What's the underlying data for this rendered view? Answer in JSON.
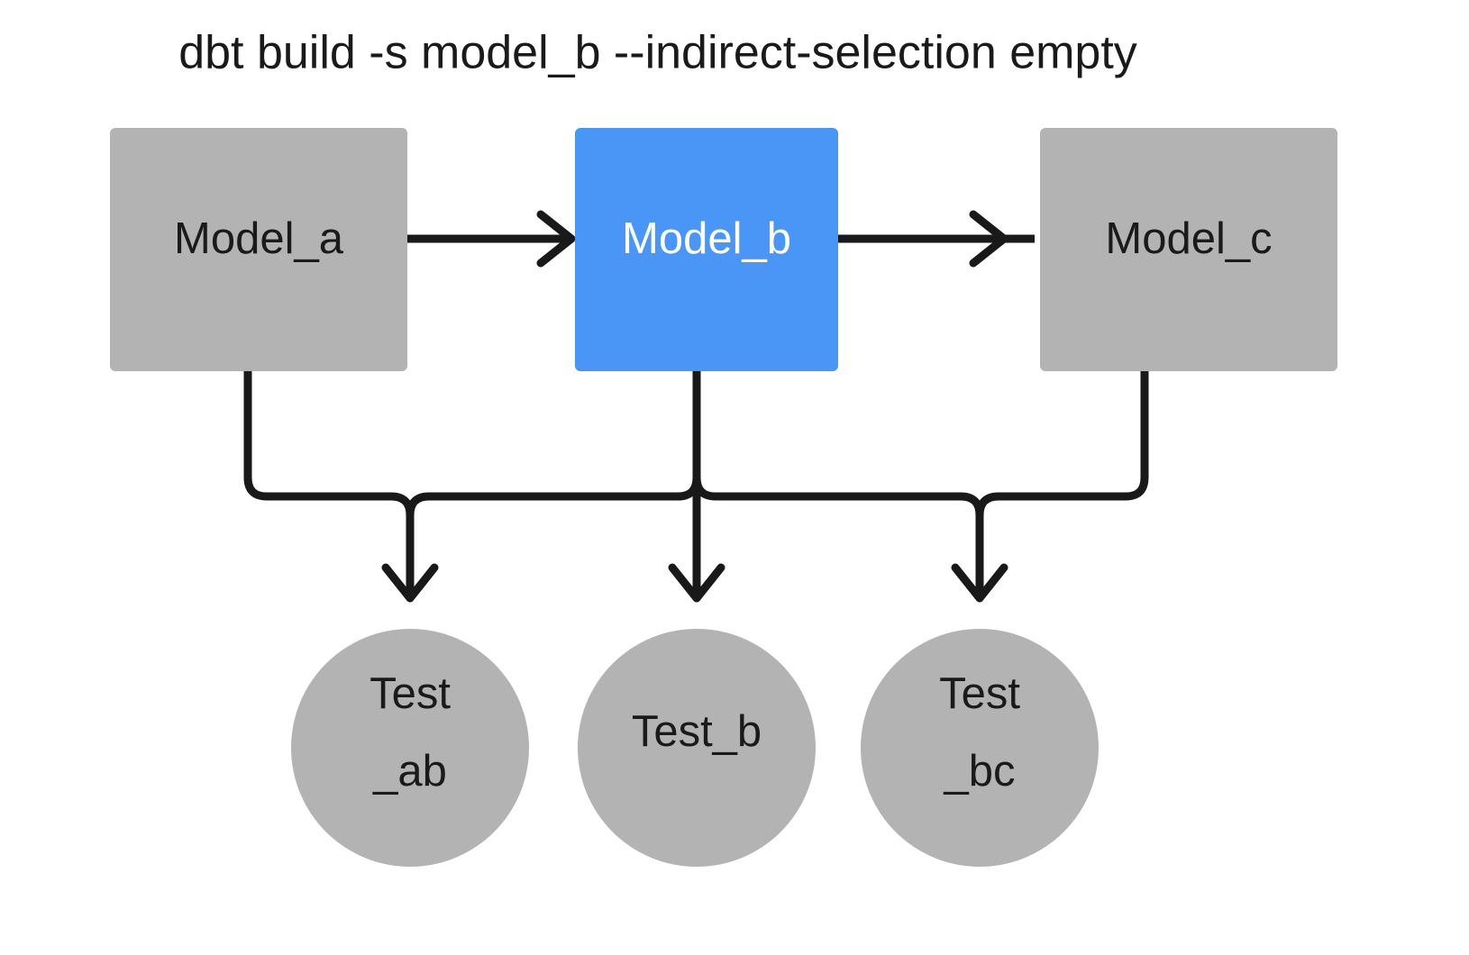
{
  "title": "dbt build -s model_b --indirect-selection empty",
  "colors": {
    "background": "#ffffff",
    "node_gray": "#b3b3b3",
    "node_selected_blue": "#4a96f7",
    "edge_black": "#191919",
    "text_dark": "#1a1a1a",
    "text_light": "#ffffff"
  },
  "nodes": {
    "model_a": {
      "label": "Model_a",
      "shape": "rect",
      "fill": "#b3b3b3",
      "text_color": "#1a1a1a"
    },
    "model_b": {
      "label": "Model_b",
      "shape": "rect",
      "fill": "#4a96f7",
      "text_color": "#ffffff"
    },
    "model_c": {
      "label": "Model_c",
      "shape": "rect",
      "fill": "#b3b3b3",
      "text_color": "#1a1a1a"
    },
    "test_ab": {
      "label_line1": "Test",
      "label_line2": "_ab",
      "shape": "circle",
      "fill": "#b3b3b3",
      "text_color": "#1a1a1a"
    },
    "test_b": {
      "label_line1": "Test_b",
      "label_line2": "",
      "shape": "circle",
      "fill": "#b3b3b3",
      "text_color": "#1a1a1a"
    },
    "test_bc": {
      "label_line1": "Test",
      "label_line2": "_bc",
      "shape": "circle",
      "fill": "#b3b3b3",
      "text_color": "#1a1a1a"
    }
  },
  "edges": [
    {
      "from": "model_a",
      "to": "model_b",
      "style": "straight-right"
    },
    {
      "from": "model_b",
      "to": "model_c",
      "style": "straight-right"
    },
    {
      "from": "model_a",
      "to": "test_ab",
      "style": "orthogonal-down"
    },
    {
      "from": "model_b",
      "to": "test_ab",
      "style": "orthogonal-down"
    },
    {
      "from": "model_b",
      "to": "test_b",
      "style": "straight-down"
    },
    {
      "from": "model_b",
      "to": "test_bc",
      "style": "orthogonal-down"
    },
    {
      "from": "model_c",
      "to": "test_bc",
      "style": "orthogonal-down"
    }
  ]
}
